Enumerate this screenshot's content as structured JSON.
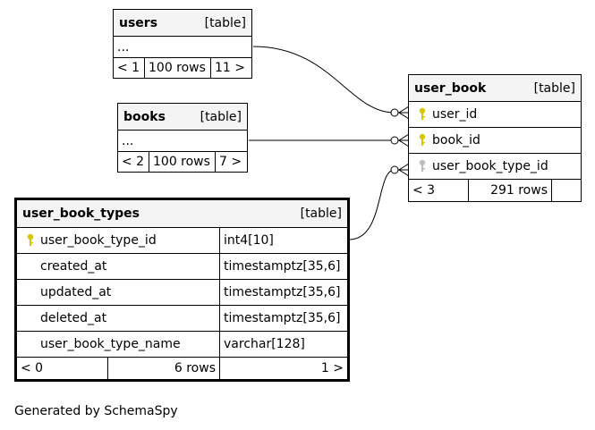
{
  "users": {
    "name": "users",
    "kind": "[table]",
    "ellipsis": "...",
    "parents": "< 1",
    "rows": "100 rows",
    "children": "11 >"
  },
  "books": {
    "name": "books",
    "kind": "[table]",
    "ellipsis": "...",
    "parents": "< 2",
    "rows": "100 rows",
    "children": "7 >"
  },
  "user_book": {
    "name": "user_book",
    "kind": "[table]",
    "columns": [
      {
        "name": "user_id",
        "key": "primary"
      },
      {
        "name": "book_id",
        "key": "primary"
      },
      {
        "name": "user_book_type_id",
        "key": "foreign"
      }
    ],
    "parents": "< 3",
    "rows": "291 rows",
    "children": ""
  },
  "user_book_types": {
    "name": "user_book_types",
    "kind": "[table]",
    "columns": [
      {
        "name": "user_book_type_id",
        "type": "int4[10]",
        "key": "primary"
      },
      {
        "name": "created_at",
        "type": "timestamptz[35,6]",
        "key": ""
      },
      {
        "name": "updated_at",
        "type": "timestamptz[35,6]",
        "key": ""
      },
      {
        "name": "deleted_at",
        "type": "timestamptz[35,6]",
        "key": ""
      },
      {
        "name": "user_book_type_name",
        "type": "varchar[128]",
        "key": ""
      }
    ],
    "parents": "< 0",
    "rows": "6 rows",
    "children": "1 >"
  },
  "colors": {
    "primary_key": "#d4c600",
    "foreign_key": "#bdbdbd",
    "header_bg": "#f4f4f4"
  },
  "footer": "Generated by SchemaSpy"
}
